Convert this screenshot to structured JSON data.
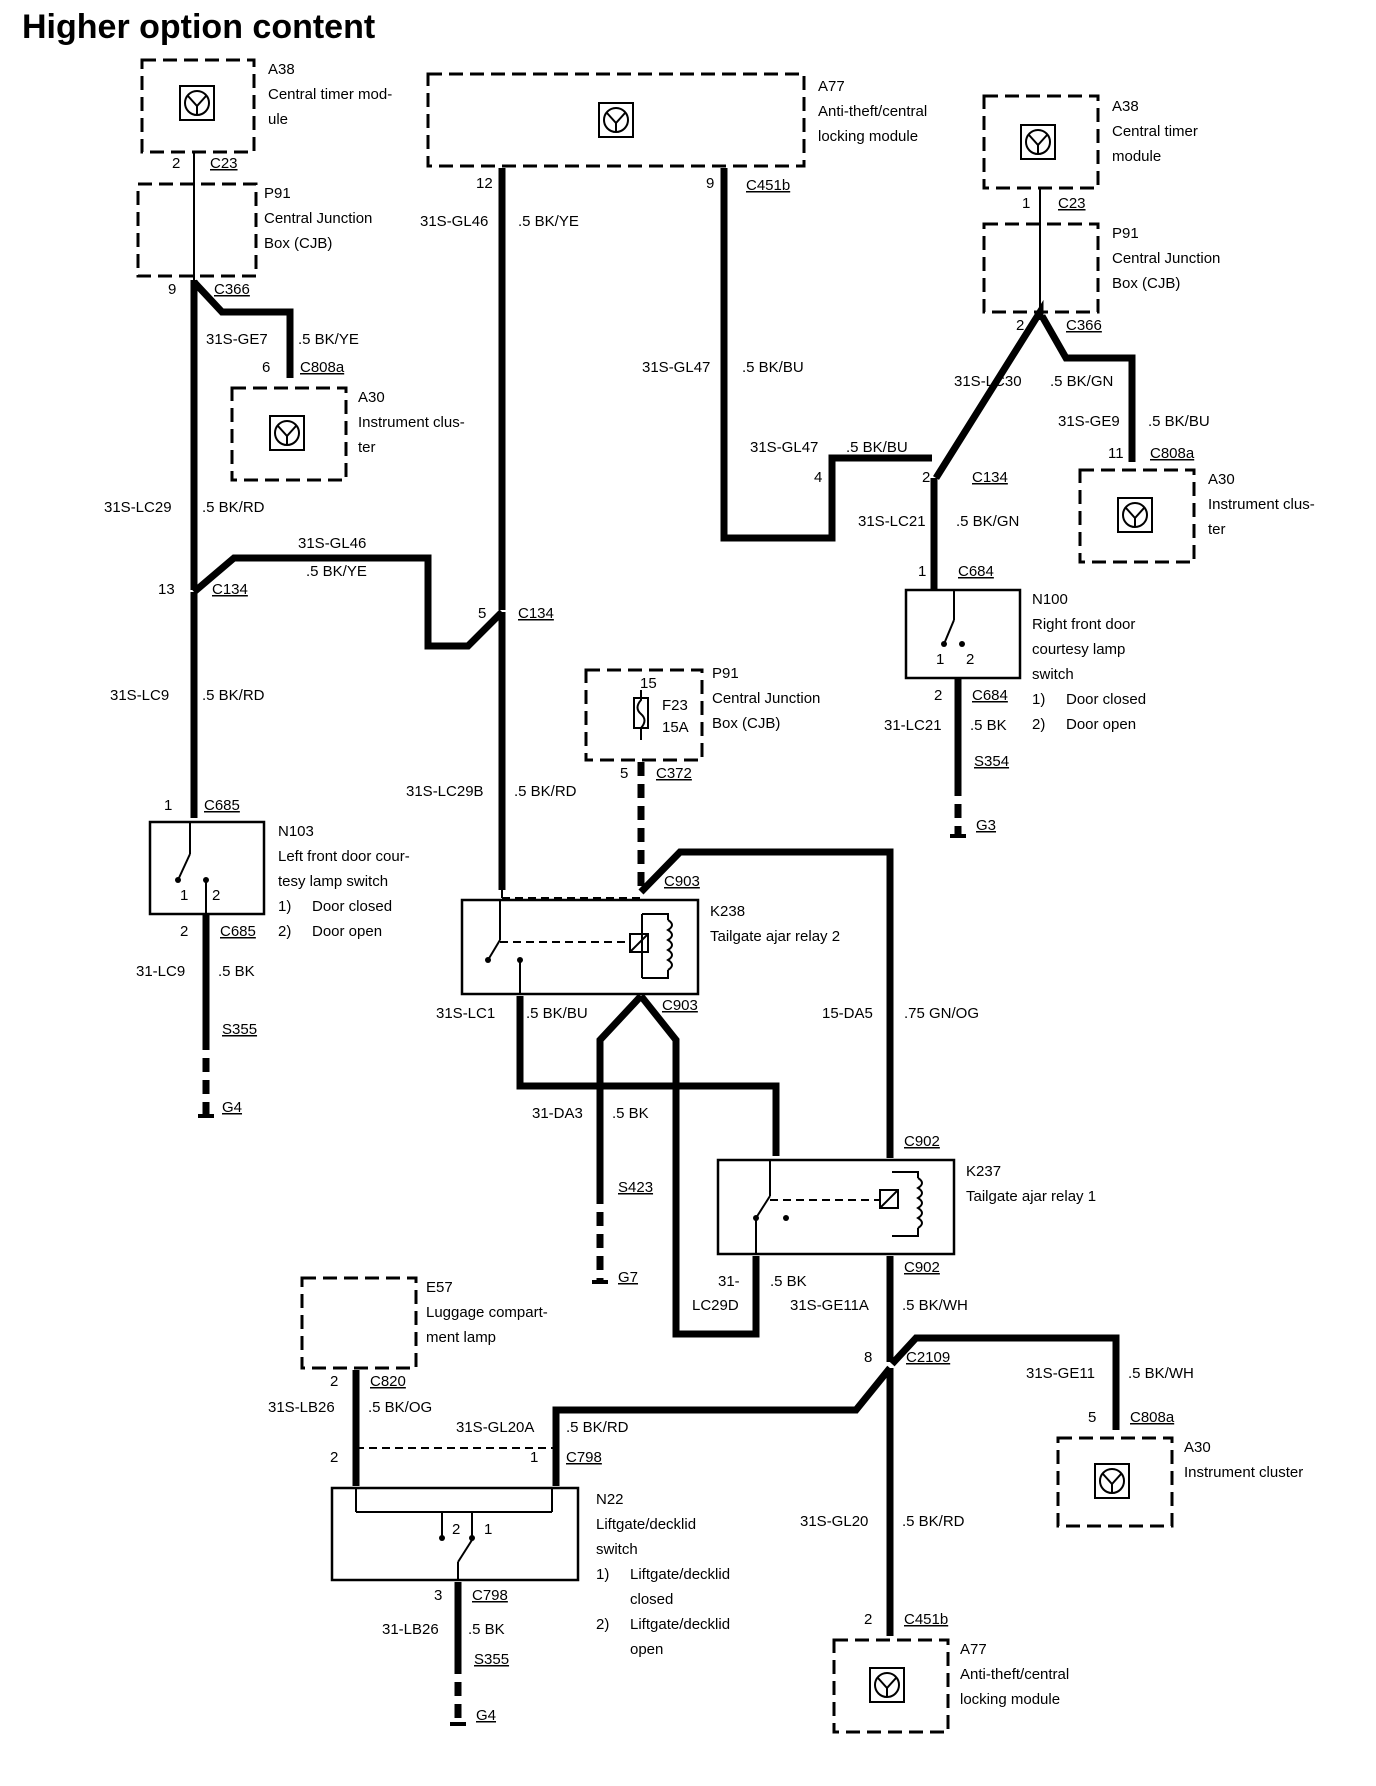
{
  "title": "Higher option content",
  "modules": {
    "a38_left": {
      "id": "A38",
      "line1": "Central timer mod-",
      "line2": "ule"
    },
    "a77_top": {
      "id": "A77",
      "line1": "Anti-theft/central",
      "line2": "locking module"
    },
    "a38_right": {
      "id": "A38",
      "line1": "Central timer",
      "line2": "module"
    },
    "p91_left": {
      "id": "P91",
      "line1": "Central Junction",
      "line2": "Box (CJB)"
    },
    "p91_right": {
      "id": "P91",
      "line1": "Central Junction",
      "line2": "Box (CJB)"
    },
    "a30_top_left": {
      "id": "A30",
      "line1": "Instrument clus-",
      "line2": "ter"
    },
    "a30_top_right": {
      "id": "A30",
      "line1": "Instrument clus-",
      "line2": "ter"
    },
    "p91_center": {
      "id": "P91",
      "line1": "Central Junction",
      "line2": "Box (CJB)",
      "fuse": "F23",
      "rating": "15A",
      "pin_top": "15"
    },
    "n100": {
      "id": "N100",
      "line1": "Right front door",
      "line2": "courtesy lamp",
      "line3": "switch",
      "state1": "Door closed",
      "state2": "Door open"
    },
    "n103": {
      "id": "N103",
      "line1": "Left front door cour-",
      "line2": "tesy lamp switch",
      "state1": "Door closed",
      "state2": "Door open"
    },
    "k238": {
      "id": "K238",
      "line1": "Tailgate ajar relay 2"
    },
    "k237": {
      "id": "K237",
      "line1": "Tailgate ajar relay 1"
    },
    "e57": {
      "id": "E57",
      "line1": "Luggage compart-",
      "line2": "ment lamp"
    },
    "a30_bottom": {
      "id": "A30",
      "line1": "Instrument cluster"
    },
    "n22": {
      "id": "N22",
      "line1": "Liftgate/decklid",
      "line2": "switch",
      "state1a": "Liftgate/decklid",
      "state1b": "closed",
      "state2a": "Liftgate/decklid",
      "state2b": "open"
    },
    "a77_bottom": {
      "id": "A77",
      "line1": "Anti-theft/central",
      "line2": "locking module"
    }
  },
  "state_nums": {
    "one": "1)",
    "two": "2)"
  },
  "connectors": {
    "c23": "C23",
    "c366": "C366",
    "c808a": "C808a",
    "c451b": "C451b",
    "c134": "C134",
    "c684": "C684",
    "c372": "C372",
    "c685": "C685",
    "c903": "C903",
    "c902": "C902",
    "c2109": "C2109",
    "c820": "C820",
    "c798": "C798"
  },
  "splices": {
    "s354": "S354",
    "s355": "S355",
    "s423": "S423"
  },
  "grounds": {
    "g3": "G3",
    "g4": "G4",
    "g7": "G7"
  },
  "circuits": {
    "gl46": "31S-GL46",
    "gl47": "31S-GL47",
    "ge7": "31S-GE7",
    "lc29": "31S-LC29",
    "lc30": "31S-LC30",
    "ge9": "31S-GE9",
    "lc21": "31S-LC21",
    "lc21g": "31-LC21",
    "lc9": "31S-LC9",
    "lc9g": "31-LC9",
    "lc29b": "31S-LC29B",
    "lc1": "31S-LC1",
    "da5": "15-DA5",
    "da3": "31-DA3",
    "lc29d_a": "31-",
    "lc29d_b": "LC29D",
    "ge11a": "31S-GE11A",
    "ge11": "31S-GE11",
    "lb26": "31S-LB26",
    "gl20a": "31S-GL20A",
    "gl20": "31S-GL20",
    "lb26g": "31-LB26"
  },
  "wire_colors": {
    "bkye": ".5 BK/YE",
    "bkbu": ".5 BK/BU",
    "bkrd": ".5 BK/RD",
    "bkgn": ".5 BK/GN",
    "bk": ".5 BK",
    "gnog": ".75 GN/OG",
    "bkwh": ".5 BK/WH",
    "bkog": ".5 BK/OG"
  },
  "pins": {
    "p1": "1",
    "p2": "2",
    "p3": "3",
    "p4": "4",
    "p5": "5",
    "p6": "6",
    "p8": "8",
    "p9": "9",
    "p11": "11",
    "p12": "12",
    "p13": "13"
  }
}
